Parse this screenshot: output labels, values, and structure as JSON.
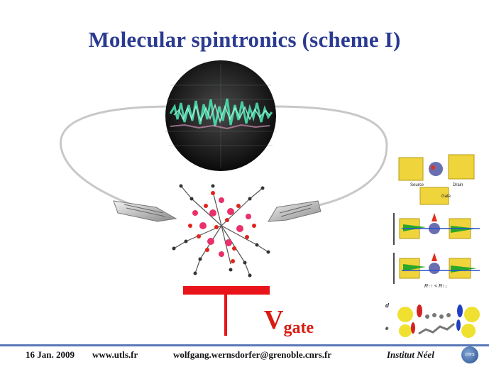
{
  "slide": {
    "title": "Molecular spintronics (scheme I)",
    "gate_label": "V",
    "gate_sub": "gate"
  },
  "footer": {
    "date": "16 Jan. 2009",
    "site": "www.utls.fr",
    "email": "wolfgang.wernsdorfer@grenoble.cnrs.fr",
    "institute": "Institut Néel",
    "logo_text": "cnrs"
  },
  "side_panel": {
    "source": "Source",
    "drain": "Drain",
    "gate": "Gate",
    "resistance": "R↑↑ < R↑↓",
    "row_d": "d",
    "row_e": "e"
  },
  "colors": {
    "title": "#2b3a91",
    "gate": "#d81c12",
    "footer_rule": "#5a78b8",
    "wire": "#c8c8c8"
  }
}
